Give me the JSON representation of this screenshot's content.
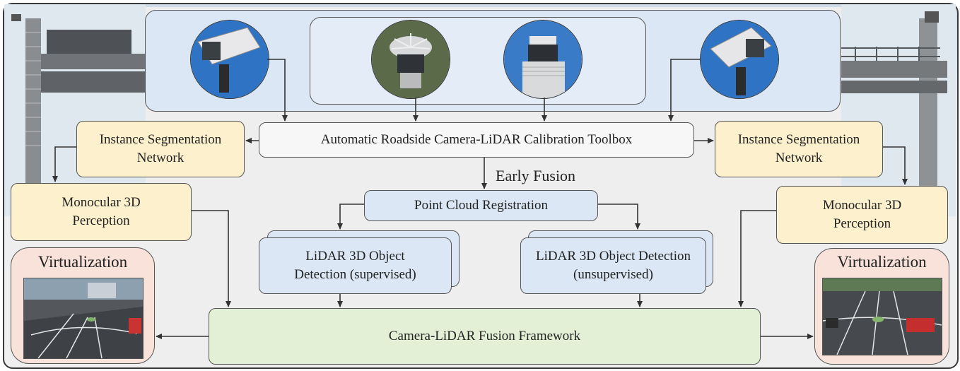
{
  "nodes": {
    "calibration_toolbox": "Automatic Roadside Camera-LiDAR Calibration Toolbox",
    "instance_seg_left": "Instance Segmentation Network",
    "instance_seg_right": "Instance Segmentation Network",
    "mono3d_left": "Monocular 3D Perception",
    "mono3d_right": "Monocular 3D Perception",
    "early_fusion": "Early Fusion",
    "point_cloud_registration": "Point Cloud Registration",
    "lidar_supervised": "LiDAR 3D Object Detection (supervised)",
    "lidar_unsupervised": "LiDAR 3D Object Detection (unsupervised)",
    "fusion_framework": "Camera-LiDAR Fusion Framework",
    "virtualization_left": "Virtualization",
    "virtualization_right": "Virtualization"
  },
  "sensors": [
    "camera-left",
    "lidar-1",
    "lidar-2",
    "camera-right"
  ],
  "colors": {
    "blue_box": "#dbe7f5",
    "yellow_box": "#fdf0cc",
    "green_box": "#e3f0d6",
    "pink_box": "#f8e2d9"
  }
}
